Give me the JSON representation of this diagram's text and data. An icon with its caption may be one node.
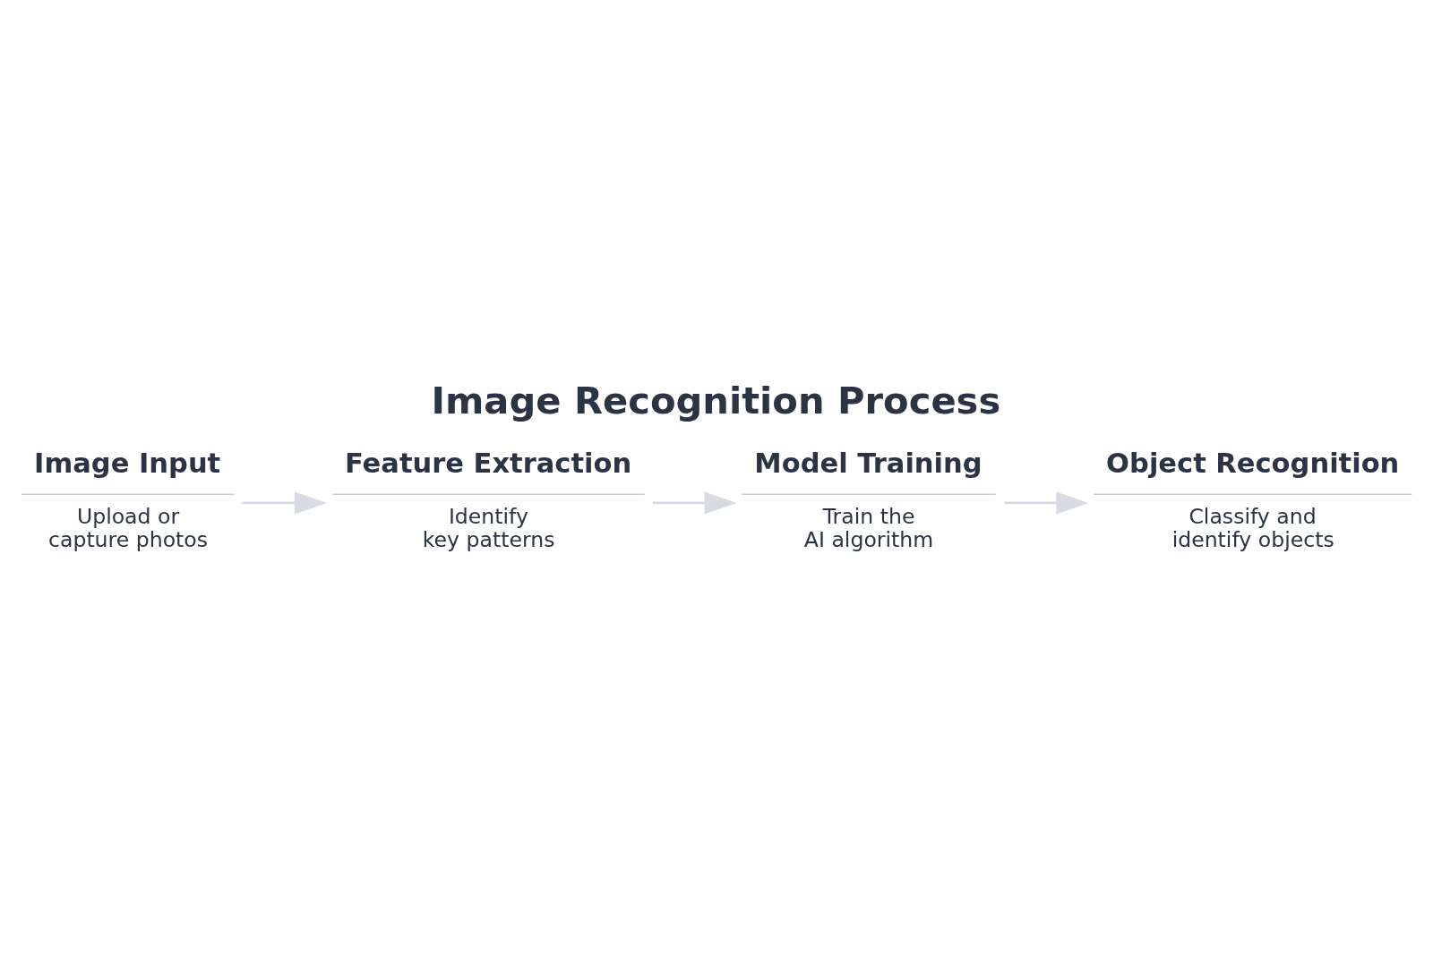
{
  "diagram": {
    "title": "Image Recognition Process",
    "nodes": [
      {
        "text": [
          "Image Input",
          "Upload or capture photos"
        ]
      },
      {
        "text": [
          "Feature Extraction",
          "Identify key patterns"
        ]
      },
      {
        "text": [
          "Model Training",
          "Train the AI algorithm"
        ]
      },
      {
        "text": [
          "Object Recognition",
          "Classify and identify objects"
        ]
      }
    ],
    "edges": [
      {
        "from": 0,
        "to": 1,
        "arrow": "to"
      },
      {
        "from": 1,
        "to": 2,
        "arrow": "to"
      },
      {
        "from": 2,
        "to": 3,
        "arrow": "to"
      }
    ]
  }
}
